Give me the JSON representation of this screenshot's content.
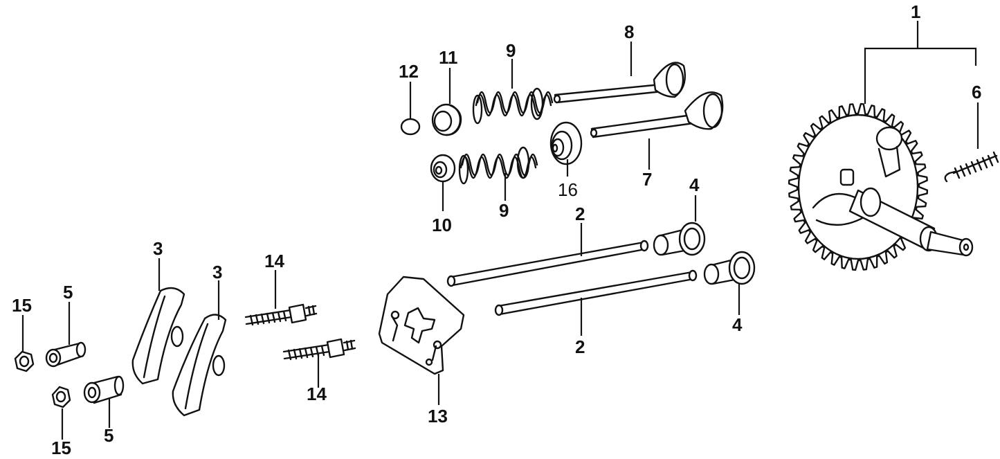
{
  "callouts": {
    "n1": "1",
    "n2a": "2",
    "n2b": "2",
    "n3a": "3",
    "n3b": "3",
    "n4a": "4",
    "n4b": "4",
    "n5a": "5",
    "n5b": "5",
    "n6": "6",
    "n7": "7",
    "n8": "8",
    "n9a": "9",
    "n9b": "9",
    "n10": "10",
    "n11": "11",
    "n12": "12",
    "n13": "13",
    "n14a": "14",
    "n14b": "14",
    "n15a": "15",
    "n15b": "15",
    "n16": "16"
  }
}
